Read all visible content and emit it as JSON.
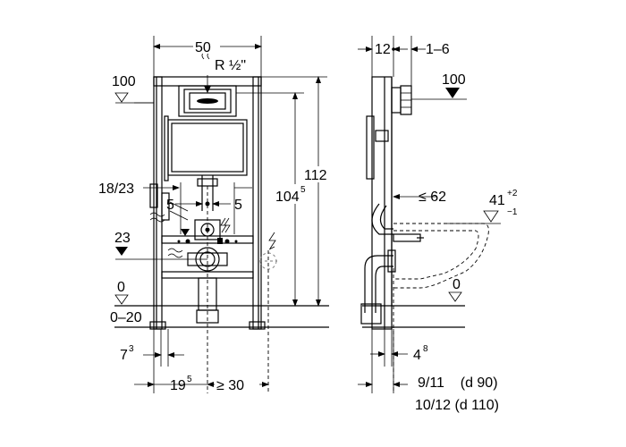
{
  "front_view": {
    "frame_width": "50",
    "supply_connection": "R ½\"",
    "height_total": "112",
    "height_flush": "104",
    "height_flush_exp": "5",
    "level_top": "100",
    "level_23": "23",
    "level_0": "0",
    "floor_range": "0–20",
    "spacing": "18/23",
    "offset_left": "5",
    "offset_right": "5",
    "foot_inset": "7",
    "foot_inset_exp": "3",
    "drain_offset": "19",
    "drain_offset_exp": "5",
    "drain_min_distance": "≥ 30"
  },
  "side_view": {
    "depth_top": "12",
    "depth_range": "1–6",
    "level_top": "100",
    "bowl_projection": "≤ 62",
    "bowl_height": "41",
    "bowl_tol_plus": "+2",
    "bowl_tol_minus": "−1",
    "level_0": "0",
    "drain_offset": "4",
    "drain_offset_exp": "8",
    "drain_dims_90": "9/11    (d 90)",
    "drain_dims_110": "10/12 (d 110)"
  },
  "icons": [
    "water-supply-icon",
    "electrical-supply-icon",
    "level-marker-icon"
  ]
}
